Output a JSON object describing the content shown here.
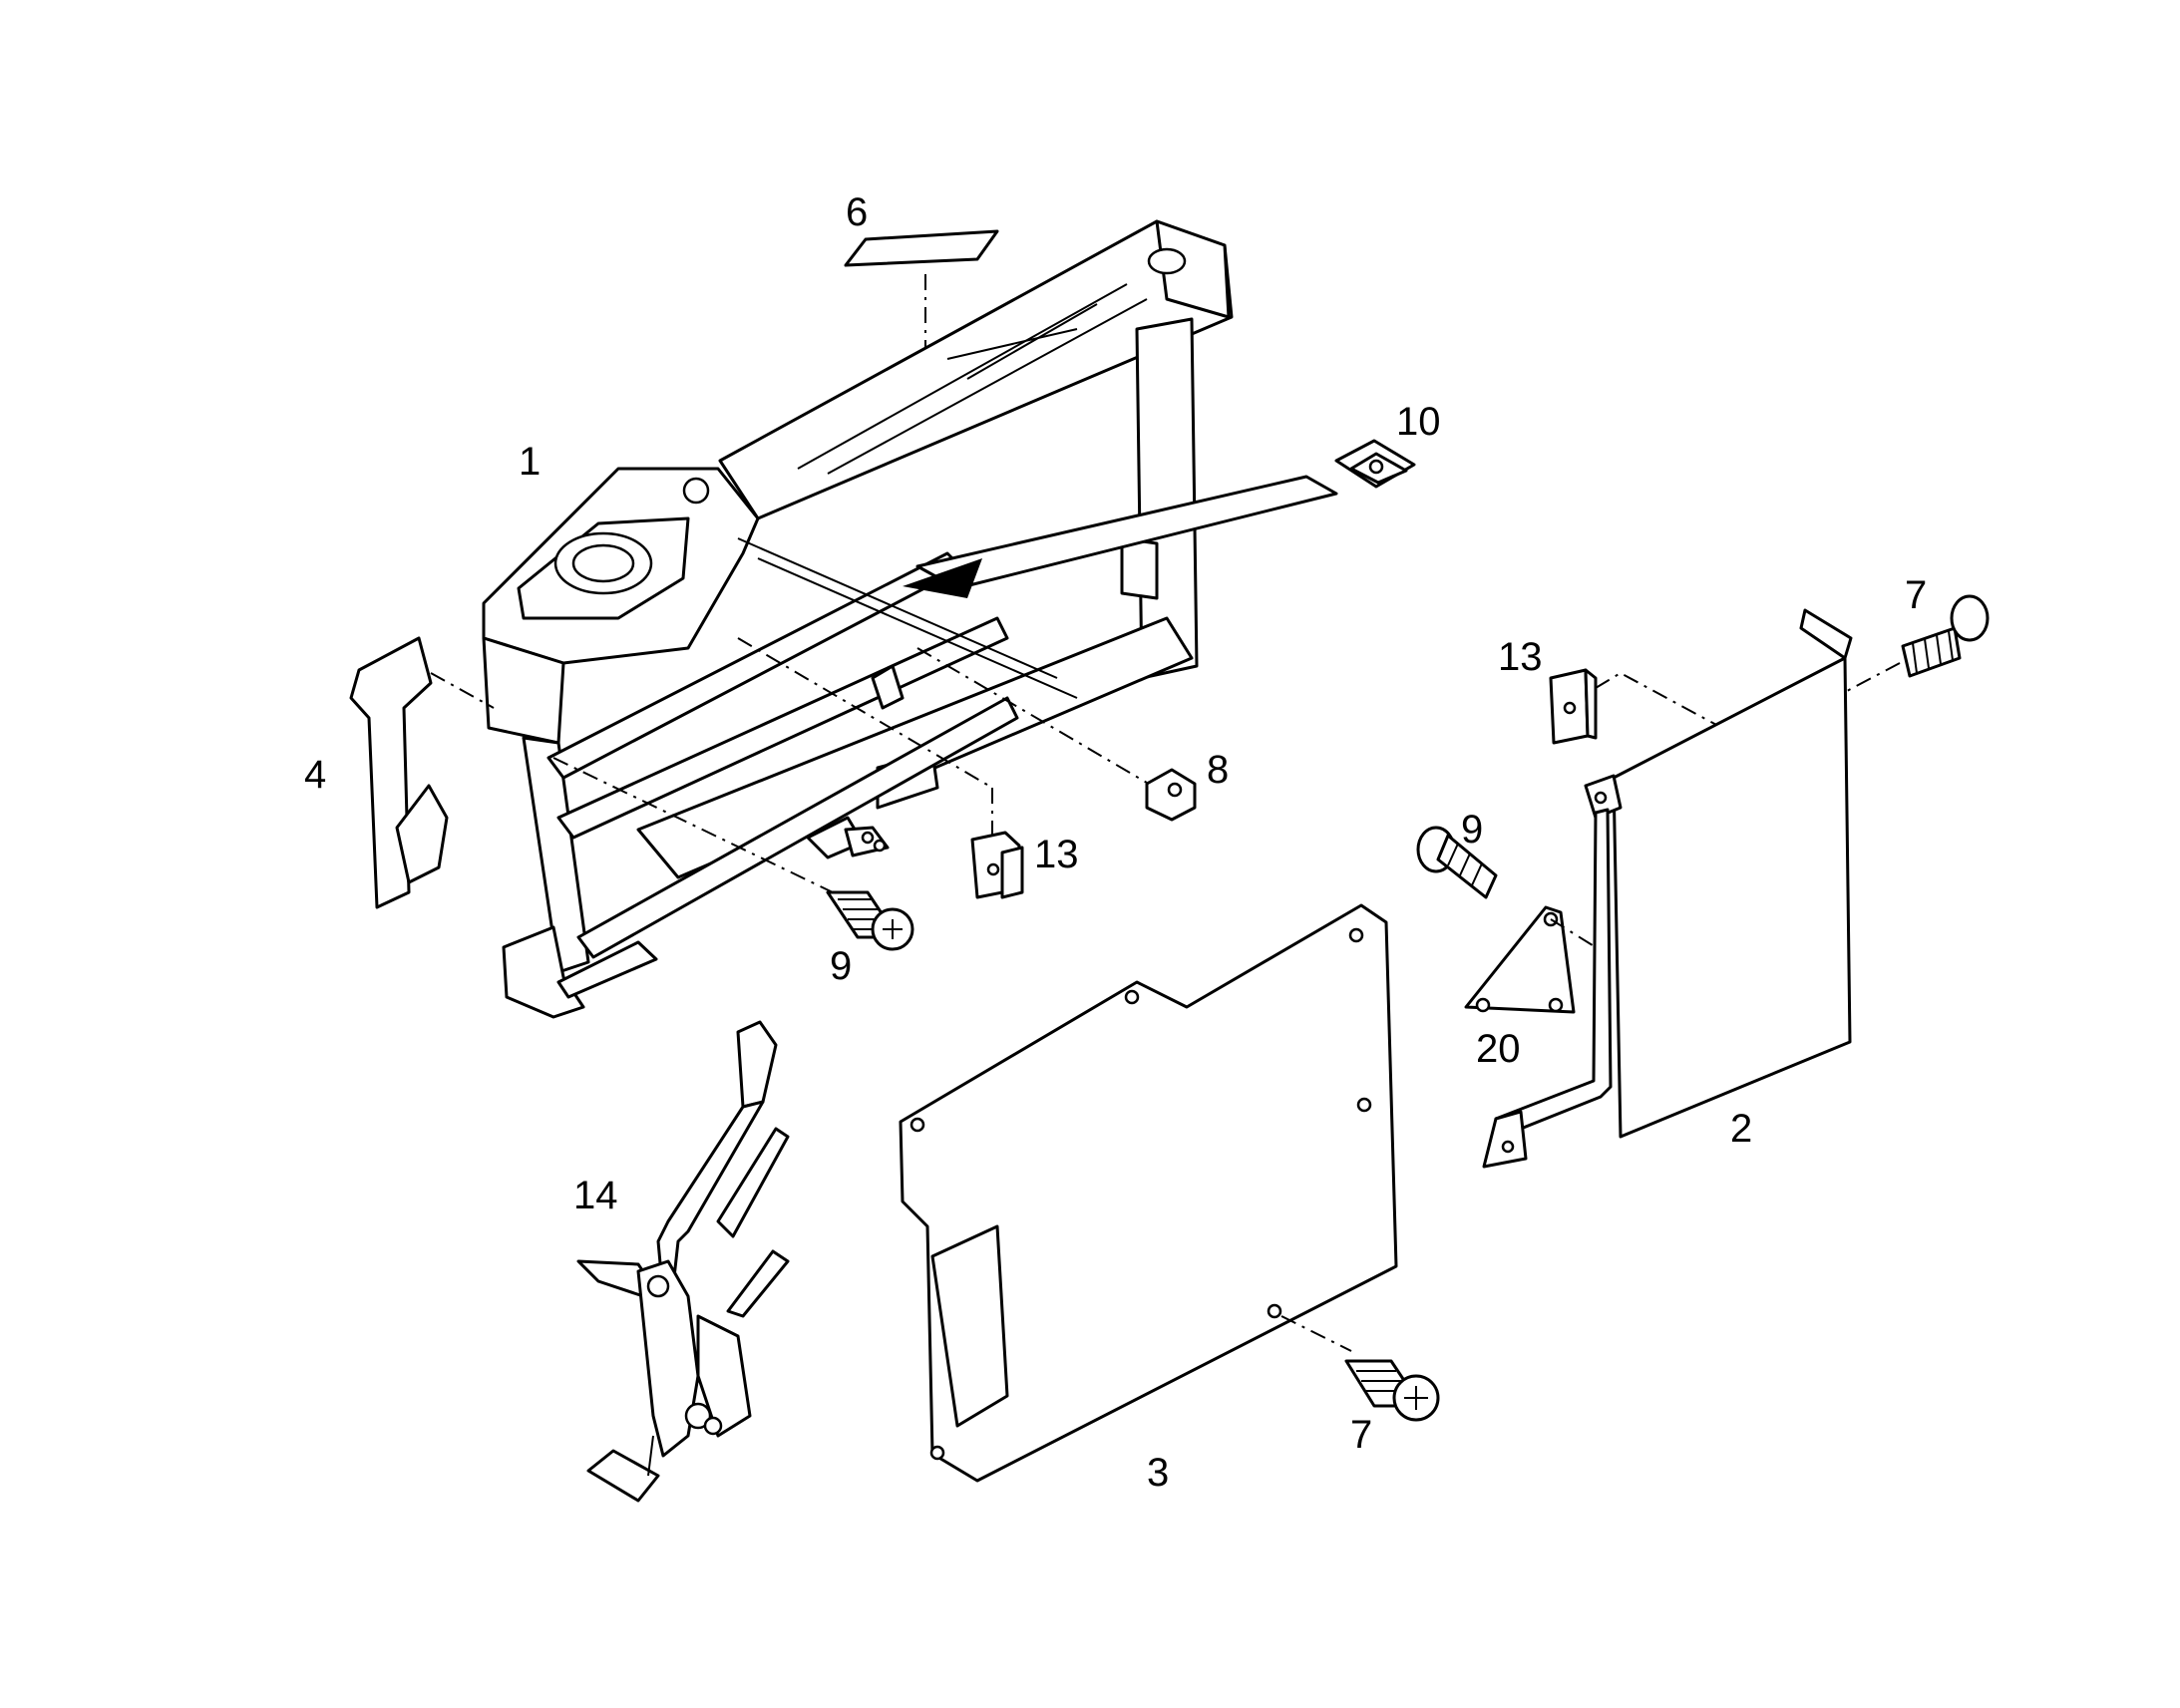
{
  "diagram": {
    "callouts": [
      {
        "id": "c6",
        "label": "6"
      },
      {
        "id": "c1",
        "label": "1"
      },
      {
        "id": "c10",
        "label": "10"
      },
      {
        "id": "c7a",
        "label": "7"
      },
      {
        "id": "c13a",
        "label": "13"
      },
      {
        "id": "c4",
        "label": "4"
      },
      {
        "id": "c8",
        "label": "8"
      },
      {
        "id": "c9a",
        "label": "9"
      },
      {
        "id": "c13b",
        "label": "13"
      },
      {
        "id": "c9b",
        "label": "9"
      },
      {
        "id": "c20",
        "label": "20"
      },
      {
        "id": "c2",
        "label": "2"
      },
      {
        "id": "c14",
        "label": "14"
      },
      {
        "id": "c7b",
        "label": "7"
      },
      {
        "id": "c3",
        "label": "3"
      }
    ]
  }
}
